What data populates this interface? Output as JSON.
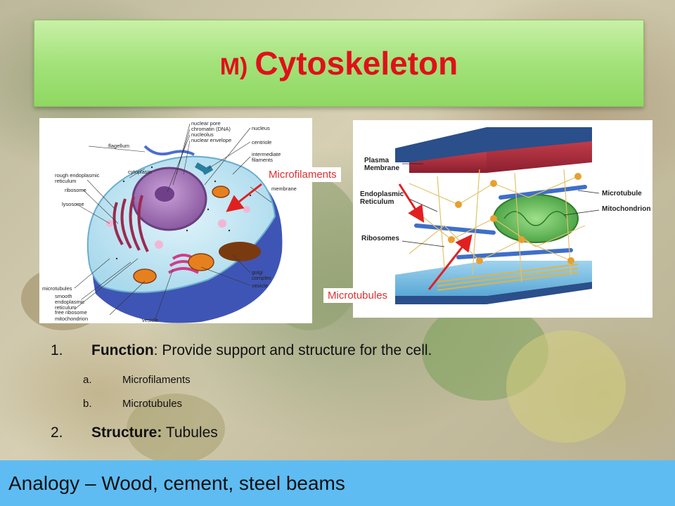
{
  "title": {
    "prefix": "M)",
    "main": "Cytoskeleton"
  },
  "left_diagram": {
    "labels": [
      "nuclear pore",
      "chromatin (DNA)",
      "nucleolus",
      "nuclear envelope",
      "nucleus",
      "centriole",
      "flagellum",
      "intermediate filaments",
      "rough endoplasmic reticulum",
      "cytoplasm",
      "ribosome",
      "lysosome",
      "membrane",
      "microtubules",
      "smooth endoplasmic reticulum",
      "free ribosome",
      "mitochondrion",
      "vesicle",
      "golgi complex",
      "vesicle"
    ]
  },
  "right_diagram": {
    "labels": [
      "Plasma Membrane",
      "Endoplasmic Reticulum",
      "Ribosomes",
      "Microtubule",
      "Mitochondrion"
    ]
  },
  "callouts": {
    "top": "Microfilaments",
    "bottom": "Microtubules"
  },
  "list": {
    "item1": {
      "number": "1.",
      "term": "Function",
      "text": ":  Provide support and structure for the cell."
    },
    "sub_a": {
      "letter": "a.",
      "text": "Microfilaments"
    },
    "sub_b": {
      "letter": "b.",
      "text": "Microtubules"
    },
    "item2": {
      "number": "2.",
      "term": "Structure:",
      "text": " Tubules"
    }
  },
  "analogy": "Analogy – Wood, cement, steel beams",
  "colors": {
    "title_text": "#e0101a",
    "title_bg": "#a3e27a",
    "analogy_bg": "#5ebcf2",
    "callout_text": "#e03030",
    "arrow": "#e02020"
  }
}
